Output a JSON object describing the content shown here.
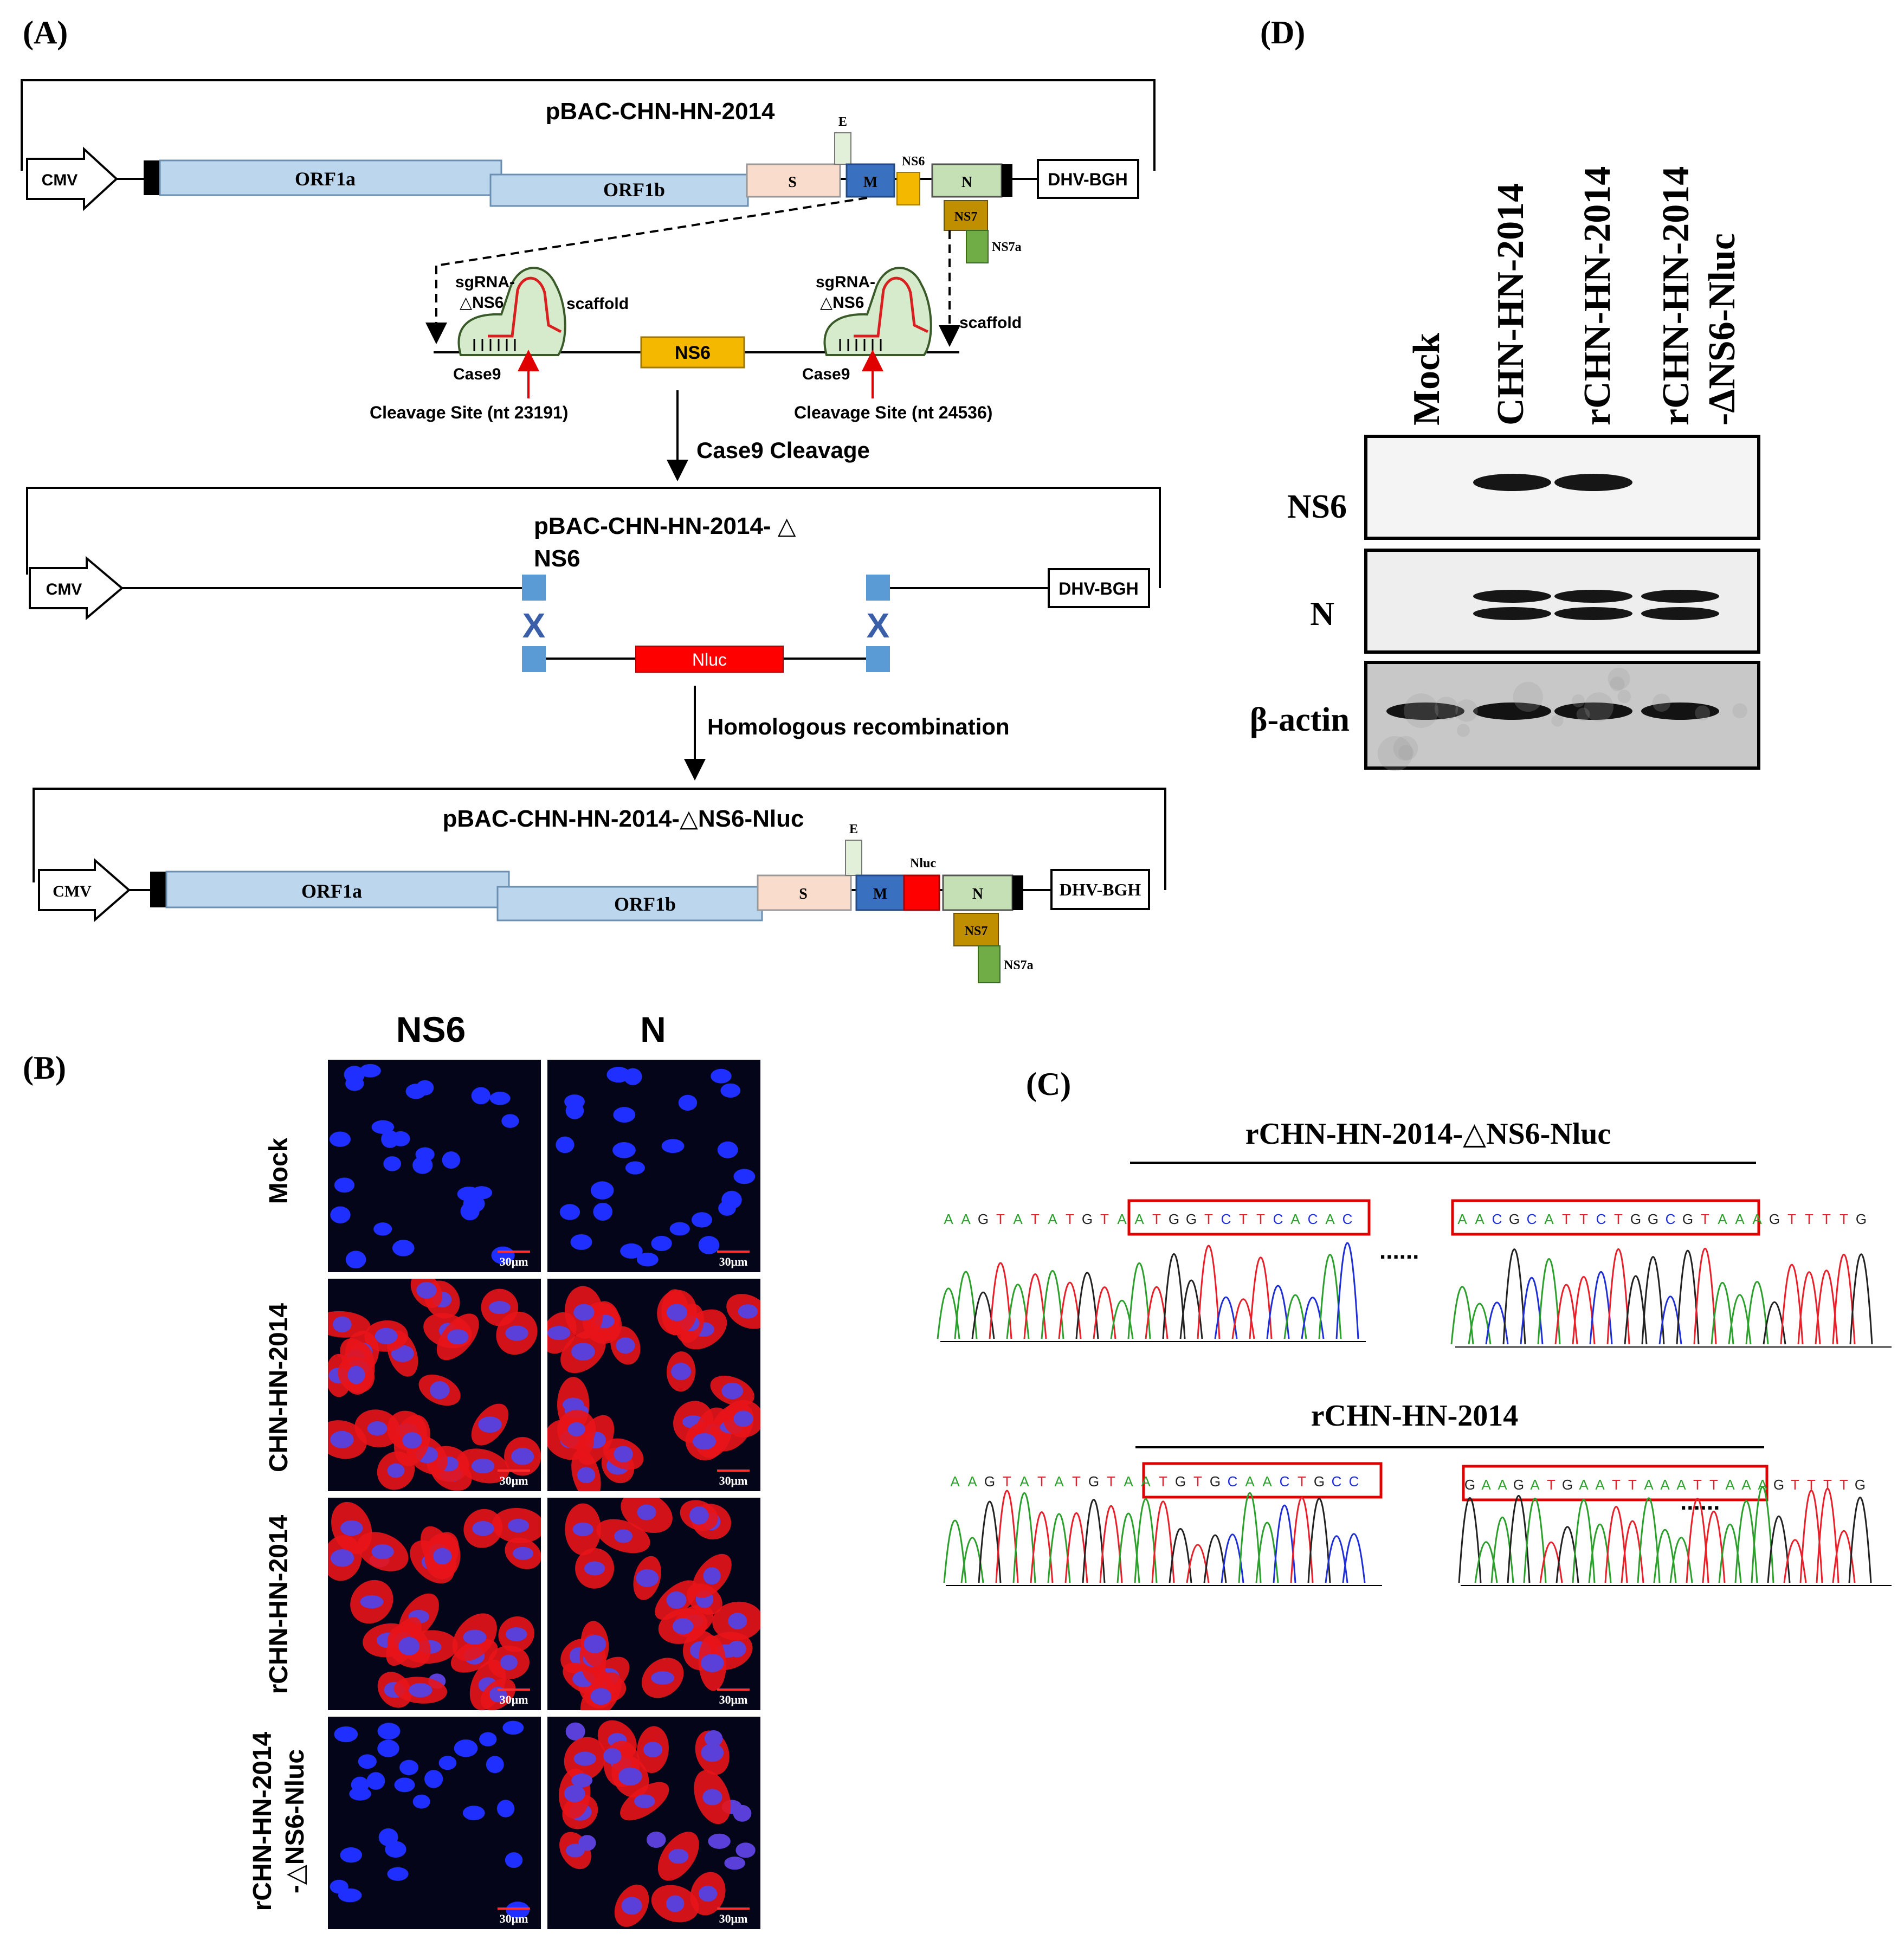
{
  "panels": {
    "A": "(A)",
    "B": "(B)",
    "C": "(C)",
    "D": "(D)"
  },
  "constructs": {
    "wt": "pBAC-CHN-HN-2014",
    "deleted_line1": "pBAC-CHN-HN-2014- △",
    "deleted_line2": "NS6",
    "final": "pBAC-CHN-HN-2014-△NS6-Nluc"
  },
  "genes": {
    "cmv": "CMV",
    "orf1a": "ORF1a",
    "orf1b": "ORF1b",
    "s": "S",
    "e": "E",
    "m": "M",
    "ns6": "NS6",
    "n": "N",
    "ns7": "NS7",
    "ns7a": "NS7a",
    "dhv": "DHV-BGH",
    "nluc": "Nluc"
  },
  "crispr": {
    "sgrna_line1": "sgRNA-",
    "sgrna_line2": "△NS6",
    "scaffold": "scaffold",
    "case9": "Case9",
    "site_left": "Cleavage Site (nt  23191)",
    "site_right": "Cleavage Site (nt  24536)",
    "step1": "Case9 Cleavage",
    "step2": "Homologous  recombination"
  },
  "ifa": {
    "columns": [
      "NS6",
      "N"
    ],
    "rows": [
      "Mock",
      "CHN-HN-2014",
      "rCHN-HN-2014"
    ],
    "row4_line1": "rCHN-HN-2014",
    "row4_line2": "-△NS6-Nluc",
    "scale": "30μm",
    "signal": [
      [
        0,
        0
      ],
      [
        1,
        1
      ],
      [
        1,
        1
      ],
      [
        0,
        0.45
      ]
    ]
  },
  "seq": {
    "title1": "rCHN-HN-2014-△NS6-Nluc",
    "title2": "rCHN-HN-2014",
    "s1a": "AAGTATATGTAATGGTCTTCACAC",
    "s1b": "AACGCATTCTGGCGTAAAGTTTTG",
    "s2a": "AAGTATATGTAATGTGCAACTGCC",
    "s2b": "GAAGATGAATTAAATTAAAGTTTTG",
    "dots": "......"
  },
  "wb": {
    "lanes": [
      "Mock",
      "CHN-HN-2014",
      "rCHN-HN-2014"
    ],
    "lane4_line1": "rCHN-HN-2014",
    "lane4_line2": "-ΔNS6-Nluc",
    "rows": [
      "NS6",
      "N",
      "β-actin"
    ],
    "band_presence": {
      "NS6": [
        0,
        1,
        1,
        0
      ],
      "N": [
        0,
        1,
        1,
        1
      ],
      "β-actin": [
        1,
        1,
        1,
        1
      ]
    }
  },
  "colors": {
    "orf": "#bcd6ee",
    "s": "#f9dccb",
    "e": "#e2f0d9",
    "m": "#3a70c0",
    "ns6": "#f5b800",
    "n": "#c5e0b4",
    "ns7": "#bf8f00",
    "ns7a": "#70ad47",
    "nluc": "#ff0000",
    "arm": "#5b9bd5",
    "seq_a": "#2ca02c",
    "seq_c": "#1f2fd6",
    "seq_g": "#222222",
    "seq_t": "#e8202a"
  }
}
